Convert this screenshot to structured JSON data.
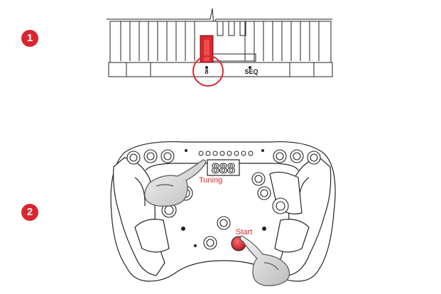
{
  "steps": [
    {
      "number": "1"
    },
    {
      "number": "2"
    }
  ],
  "figure1": {
    "mode_left": "8",
    "mode_right": "SEQ",
    "highlight_color": "#d9262e"
  },
  "figure2": {
    "display_value": "888",
    "tuning_label": "Tuning",
    "start_label": "Start",
    "accent_color": "#d9262e",
    "icons": [
      "hand-pointer-icon",
      "hand-pointer-icon"
    ]
  }
}
